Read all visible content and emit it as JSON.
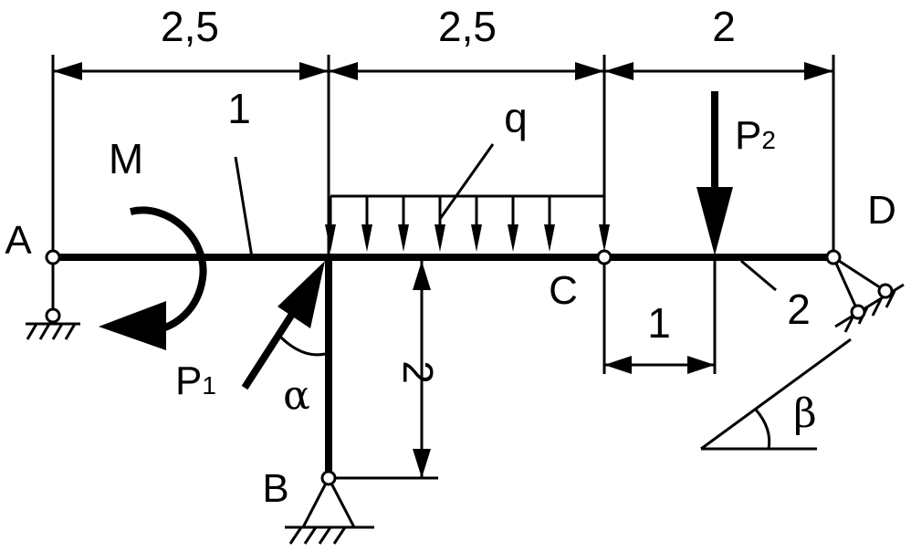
{
  "dimensions": {
    "span_ab_top": "2,5",
    "span_bc_top": "2,5",
    "span_cd_top": "2",
    "column_height": "2",
    "p2_offset": "1"
  },
  "members": {
    "beam_1": "1",
    "beam_2": "2"
  },
  "points": {
    "a": "A",
    "b": "B",
    "c": "C",
    "d": "D"
  },
  "loads": {
    "moment": "M",
    "distributed": "q",
    "p1_main": "P",
    "p1_sub": "1",
    "p2_main": "P",
    "p2_sub": "2"
  },
  "angles": {
    "alpha": "α",
    "beta": "β"
  }
}
